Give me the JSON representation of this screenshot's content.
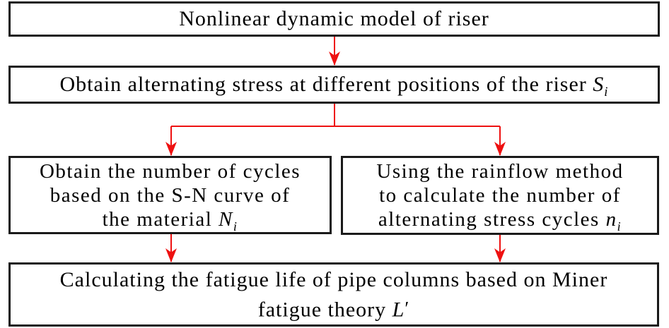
{
  "colors": {
    "arrow": "#ee1111",
    "border": "#1a1a1a",
    "text": "#000000",
    "background": "#ffffff"
  },
  "flowchart": {
    "box_model": {
      "text": "Nonlinear dynamic model of riser"
    },
    "box_stress": {
      "text": "Obtain alternating stress at different positions of the riser ",
      "var": "S",
      "sub": "i"
    },
    "box_sn": {
      "line1": "Obtain the number of cycles",
      "line2": "based on the S-N curve of",
      "line3": "the material ",
      "var": "N",
      "sub": "i"
    },
    "box_rainflow": {
      "line1": "Using the rainflow method",
      "line2": "to calculate the number of",
      "line3": "alternating stress cycles ",
      "var": "n",
      "sub": "i"
    },
    "box_fatigue": {
      "line1": "Calculating the fatigue life of pipe columns based on Miner",
      "line2": "fatigue theory ",
      "var": "L",
      "prime": "′"
    }
  }
}
